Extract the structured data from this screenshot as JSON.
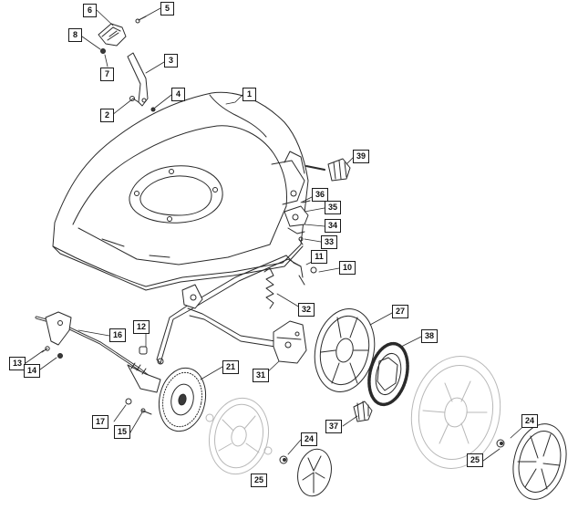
{
  "callouts": [
    {
      "id": "c1",
      "text": "1"
    },
    {
      "id": "c2",
      "text": "2"
    },
    {
      "id": "c3",
      "text": "3"
    },
    {
      "id": "c4",
      "text": "4"
    },
    {
      "id": "c5",
      "text": "5"
    },
    {
      "id": "c6",
      "text": "6"
    },
    {
      "id": "c7",
      "text": "7"
    },
    {
      "id": "c8",
      "text": "8"
    },
    {
      "id": "c10",
      "text": "10"
    },
    {
      "id": "c11",
      "text": "11"
    },
    {
      "id": "c12",
      "text": "12"
    },
    {
      "id": "c13",
      "text": "13"
    },
    {
      "id": "c14",
      "text": "14"
    },
    {
      "id": "c15",
      "text": "15"
    },
    {
      "id": "c16",
      "text": "16"
    },
    {
      "id": "c17",
      "text": "17"
    },
    {
      "id": "c21",
      "text": "21"
    },
    {
      "id": "c24a",
      "text": "24"
    },
    {
      "id": "c24b",
      "text": "24"
    },
    {
      "id": "c25a",
      "text": "25"
    },
    {
      "id": "c25b",
      "text": "25"
    },
    {
      "id": "c27",
      "text": "27"
    },
    {
      "id": "c31",
      "text": "31"
    },
    {
      "id": "c32",
      "text": "32"
    },
    {
      "id": "c33",
      "text": "33"
    },
    {
      "id": "c34",
      "text": "34"
    },
    {
      "id": "c35",
      "text": "35"
    },
    {
      "id": "c36",
      "text": "36"
    },
    {
      "id": "c37",
      "text": "37"
    },
    {
      "id": "c38",
      "text": "38"
    },
    {
      "id": "c39",
      "text": "39"
    }
  ],
  "colors": {
    "line": "#2a2a2a",
    "ghost": "#b8b8b8",
    "fill": "#ffffff",
    "dark": "#3a3a3a"
  }
}
